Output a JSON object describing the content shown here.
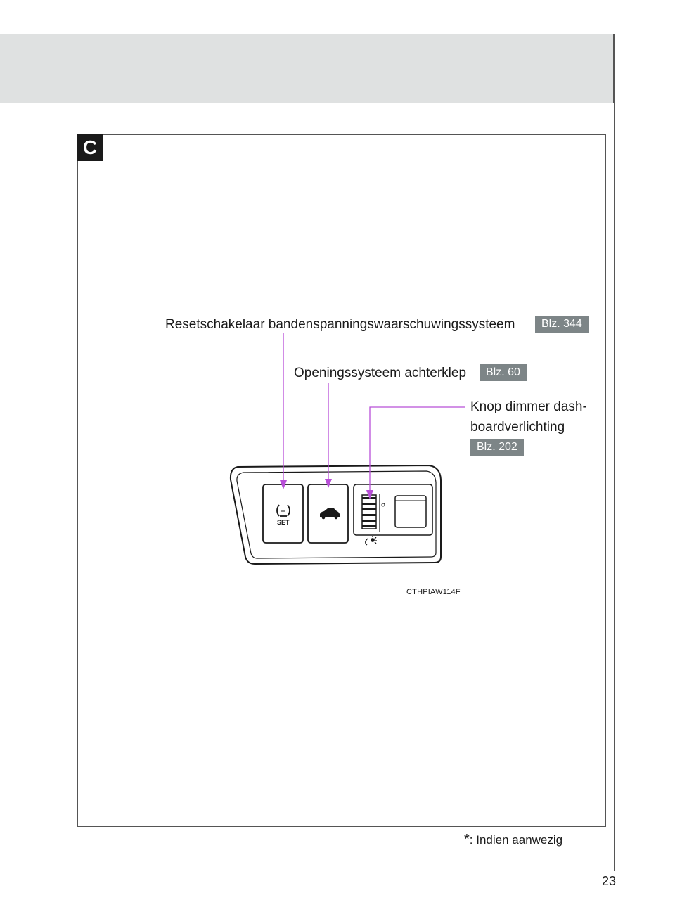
{
  "section": {
    "letter": "C"
  },
  "callouts": [
    {
      "label": "Resetschakelaar bandenspanningswaarschuwingssysteem",
      "page_ref": "Blz. 344"
    },
    {
      "label": "Openingssysteem achterklep",
      "page_ref": "Blz. 60"
    },
    {
      "label_line1": "Knop dimmer dash-",
      "label_line2": "boardverlichting",
      "page_ref": "Blz. 202"
    }
  ],
  "panel": {
    "set_label": "SET"
  },
  "figure": {
    "code": "CTHPIAW114F"
  },
  "footnote": {
    "symbol": "*",
    "text": ": Indien aanwezig"
  },
  "page": {
    "number": "23"
  },
  "colors": {
    "callout_line": "#b84fd8",
    "badge": "#7d8587",
    "header_band": "#dfe1e1"
  }
}
